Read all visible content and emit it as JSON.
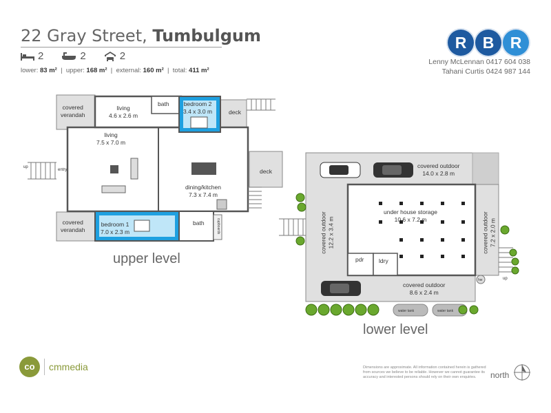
{
  "header": {
    "street": "22 Gray Street,",
    "suburb": "Tumbulgum",
    "beds": "2",
    "baths": "2",
    "cars": "2",
    "areas": {
      "lower_label": "lower:",
      "lower_value": "83 m²",
      "upper_label": "upper:",
      "upper_value": "168 m²",
      "external_label": "external:",
      "external_value": "160 m²",
      "total_label": "total:",
      "total_value": "411 m²"
    }
  },
  "agency": {
    "logo_letters": [
      "R",
      "B",
      "R"
    ],
    "agents": [
      "Lenny McLennan 0417 604 038",
      "Tahani Curtis 0424 987 144"
    ]
  },
  "upper": {
    "label": "upper level",
    "rooms": {
      "covered_verandah_top": "covered\nverandah",
      "living_small": "living\n4.6 x 2.6 m",
      "bath_top": "bath",
      "bedroom2": "bedroom 2\n3.4 x 3.0 m",
      "deck_top": "deck",
      "living_main": "living\n7.5 x 7.0 m",
      "dining": "dining/kitchen\n7.3 x 7.4 m",
      "deck_right": "deck",
      "covered_verandah_bottom": "covered\nverandah",
      "bedroom1": "bedroom 1\n7.0 x 2.3 m",
      "bath_bottom": "bath",
      "cupboards": "cupboards",
      "up": "up",
      "entry": "entry"
    }
  },
  "lower": {
    "label": "lower level",
    "rooms": {
      "covered_outdoor_top": "covered outdoor\n14.0 x 2.8 m",
      "storage": "under house storage\n10.6 x 7.2 m",
      "co_left": "covered outdoor\n12.2 x 3.4 m",
      "co_right": "covered outdoor\n7.2 x 2.0 m",
      "pdr": "pdr",
      "ldry": "ldry",
      "co_bottom": "covered outdoor\n8.6 x 2.4 m",
      "water_tank": "water tank",
      "hw": "hw",
      "up": "up"
    }
  },
  "footer": {
    "brand_mark": "co",
    "brand": "cmmedia",
    "disclaimer": "Dimensions are approximate. All information contained herein is gathered from sources we believe to be reliable. However we cannot guarantee its accuracy and interested persons should rely on their own enquiries.",
    "north": "north"
  },
  "colors": {
    "accent_blue": "#1e5aa0",
    "room_blue": "#1ea0e0",
    "brand_green": "#8a9a3a"
  }
}
